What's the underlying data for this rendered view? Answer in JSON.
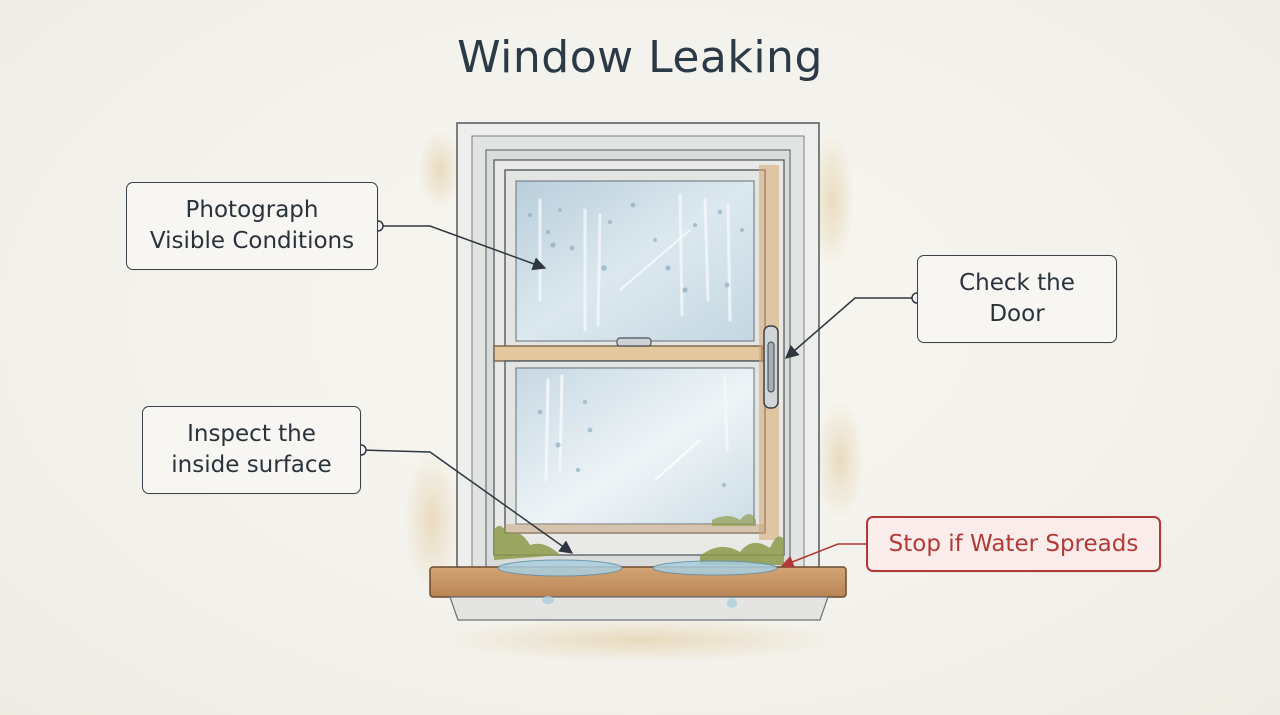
{
  "title": "Window Leaking",
  "callouts": {
    "photograph": "Photograph\nVisible Conditions",
    "check_door": "Check the\nDoor",
    "inspect": "Inspect the\ninside surface",
    "stop": "Stop if Water Spreads"
  },
  "colors": {
    "title": "#2c3a47",
    "callout_border": "#3a4149",
    "warning": "#b23a36",
    "frame": "#e8e9e6",
    "sill": "#c79566",
    "glass": "#cfdfe8",
    "mold": "#8c9a4a",
    "water": "#a9cfe0"
  },
  "icons": [
    "window-illustration",
    "window-latch-icon",
    "sash-lock-icon"
  ]
}
